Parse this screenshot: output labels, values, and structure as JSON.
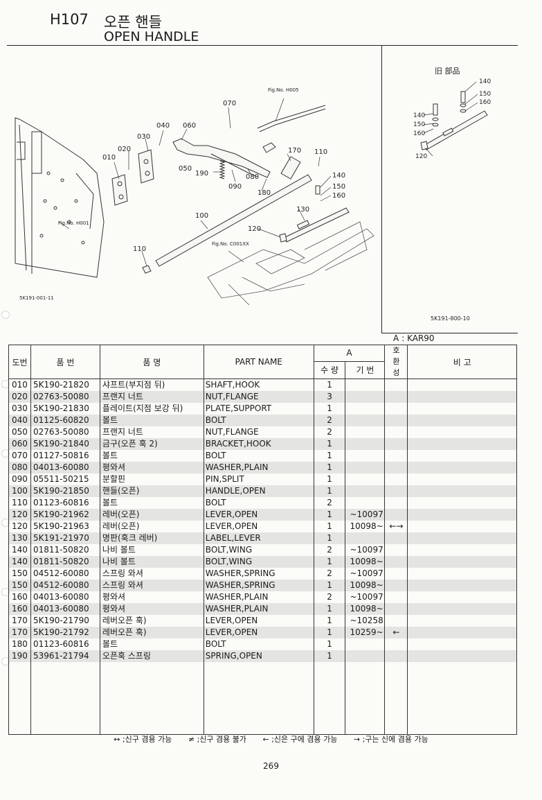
{
  "header": {
    "code": "H107",
    "title_ko": "오픈 핸들",
    "title_en": "OPEN HANDLE"
  },
  "diagram": {
    "callouts": [
      "010",
      "020",
      "030",
      "040",
      "050",
      "060",
      "070",
      "080",
      "090",
      "100",
      "110",
      "120",
      "130",
      "140",
      "150",
      "160",
      "170",
      "180",
      "190"
    ],
    "fig_refs": {
      "h005": "Fig.No. H005",
      "h001": "Fig.No. H001",
      "c001": "Fig.No. C001XX"
    },
    "code_left": "5K191-001-11",
    "code_right": "5K191-800-10",
    "old_parts_label": "旧 部品"
  },
  "legend_a": {
    "key": "A",
    "model": "KAR90"
  },
  "table": {
    "headers": {
      "no": "도번",
      "part_no": "품 번",
      "name_ko": "품 명",
      "part_name": "PART NAME",
      "group_a": "A",
      "qty": "수 량",
      "serial": "기 번",
      "interchange": "호환성",
      "remarks": "비 고"
    },
    "rows": [
      {
        "no": "010",
        "part_no": "5K190-21820",
        "name_ko": "샤프트(부지점 뒤)",
        "name_en": "SHAFT,HOOK",
        "qty": "1",
        "serial": "",
        "int": ""
      },
      {
        "no": "020",
        "part_no": "02763-50080",
        "name_ko": "프랜지 너트",
        "name_en": "NUT,FLANGE",
        "qty": "3",
        "serial": "",
        "int": ""
      },
      {
        "no": "030",
        "part_no": "5K190-21830",
        "name_ko": "플레이트(지점 보강 뒤)",
        "name_en": "PLATE,SUPPORT",
        "qty": "1",
        "serial": "",
        "int": ""
      },
      {
        "no": "040",
        "part_no": "01125-60820",
        "name_ko": "볼트",
        "name_en": "BOLT",
        "qty": "2",
        "serial": "",
        "int": ""
      },
      {
        "no": "050",
        "part_no": "02763-50080",
        "name_ko": "프랜지 너트",
        "name_en": "NUT,FLANGE",
        "qty": "2",
        "serial": "",
        "int": ""
      },
      {
        "no": "060",
        "part_no": "5K190-21840",
        "name_ko": "금구(오픈 훅 2)",
        "name_en": "BRACKET,HOOK",
        "qty": "1",
        "serial": "",
        "int": ""
      },
      {
        "no": "070",
        "part_no": "01127-50816",
        "name_ko": "볼트",
        "name_en": "BOLT",
        "qty": "1",
        "serial": "",
        "int": ""
      },
      {
        "no": "080",
        "part_no": "04013-60080",
        "name_ko": "평와셔",
        "name_en": "WASHER,PLAIN",
        "qty": "1",
        "serial": "",
        "int": ""
      },
      {
        "no": "090",
        "part_no": "05511-50215",
        "name_ko": "분할핀",
        "name_en": "PIN,SPLIT",
        "qty": "1",
        "serial": "",
        "int": ""
      },
      {
        "no": "100",
        "part_no": "5K190-21850",
        "name_ko": "핸들(오픈)",
        "name_en": "HANDLE,OPEN",
        "qty": "1",
        "serial": "",
        "int": ""
      },
      {
        "no": "110",
        "part_no": "01123-60816",
        "name_ko": "볼트",
        "name_en": "BOLT",
        "qty": "2",
        "serial": "",
        "int": ""
      },
      {
        "no": "120",
        "part_no": "5K190-21962",
        "name_ko": "레버(오픈)",
        "name_en": "LEVER,OPEN",
        "qty": "1",
        "serial": "~10097",
        "int": ""
      },
      {
        "no": "120",
        "part_no": "5K190-21963",
        "name_ko": "레버(오픈)",
        "name_en": "LEVER,OPEN",
        "qty": "1",
        "serial": "10098~",
        "int": "←→"
      },
      {
        "no": "130",
        "part_no": "5K191-21970",
        "name_ko": "명판(훅크 레버)",
        "name_en": "LABEL,LEVER",
        "qty": "1",
        "serial": "",
        "int": ""
      },
      {
        "no": "140",
        "part_no": "01811-50820",
        "name_ko": "나비 볼트",
        "name_en": "BOLT,WING",
        "qty": "2",
        "serial": "~10097",
        "int": ""
      },
      {
        "no": "140",
        "part_no": "01811-50820",
        "name_ko": "나비 볼트",
        "name_en": "BOLT,WING",
        "qty": "1",
        "serial": "10098~",
        "int": ""
      },
      {
        "no": "150",
        "part_no": "04512-60080",
        "name_ko": "스프링 와셔",
        "name_en": "WASHER,SPRING",
        "qty": "2",
        "serial": "~10097",
        "int": ""
      },
      {
        "no": "150",
        "part_no": "04512-60080",
        "name_ko": "스프링 와셔",
        "name_en": "WASHER,SPRING",
        "qty": "1",
        "serial": "10098~",
        "int": ""
      },
      {
        "no": "160",
        "part_no": "04013-60080",
        "name_ko": "평와셔",
        "name_en": "WASHER,PLAIN",
        "qty": "2",
        "serial": "~10097",
        "int": ""
      },
      {
        "no": "160",
        "part_no": "04013-60080",
        "name_ko": "평와셔",
        "name_en": "WASHER,PLAIN",
        "qty": "1",
        "serial": "10098~",
        "int": ""
      },
      {
        "no": "170",
        "part_no": "5K190-21790",
        "name_ko": "레버오픈 훅)",
        "name_en": "LEVER,OPEN",
        "qty": "1",
        "serial": "~10258",
        "int": ""
      },
      {
        "no": "170",
        "part_no": "5K190-21792",
        "name_ko": "레버오픈 훅)",
        "name_en": "LEVER,OPEN",
        "qty": "1",
        "serial": "10259~",
        "int": "←"
      },
      {
        "no": "180",
        "part_no": "01123-60816",
        "name_ko": "볼트",
        "name_en": "BOLT",
        "qty": "1",
        "serial": "",
        "int": ""
      },
      {
        "no": "190",
        "part_no": "53961-21794",
        "name_ko": "오픈훅 스프링",
        "name_en": "SPRING,OPEN",
        "qty": "1",
        "serial": "",
        "int": ""
      }
    ]
  },
  "footer": {
    "legend": [
      "↔ ;신구 겸용 가능",
      "≠ ;신구 겸용 불가",
      "← ;신은 구에 겸용 가능",
      "→ ;구는 신에 겸용 가능"
    ],
    "page": "269"
  }
}
